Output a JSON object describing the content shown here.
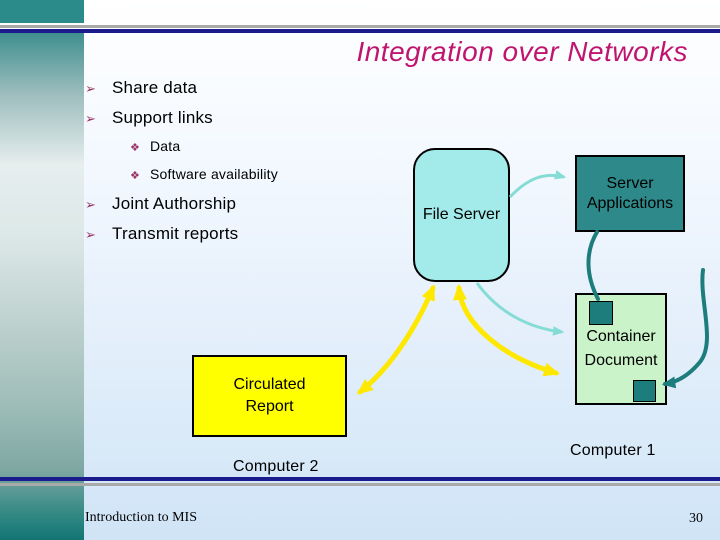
{
  "slide": {
    "title": "Integration over Networks",
    "footer": "Introduction to MIS",
    "page_number": "30"
  },
  "bullets": {
    "glyph_l1": "➢",
    "glyph_l2": "❖",
    "items": [
      {
        "level": 1,
        "text": "Share data"
      },
      {
        "level": 1,
        "text": "Support links"
      },
      {
        "level": 2,
        "text": "Data"
      },
      {
        "level": 2,
        "text": "Software availability"
      },
      {
        "level": 1,
        "text": "Joint Authorship"
      },
      {
        "level": 1,
        "text": "Transmit reports"
      }
    ]
  },
  "diagram": {
    "nodes": {
      "file_server": "File Server",
      "server_applications": "Server Applications",
      "container_document": "Container Document",
      "circulated_report": "Circulated Report"
    },
    "labels": {
      "computer_1": "Computer 1",
      "computer_2": "Computer 2"
    }
  },
  "colors": {
    "title": "#c0156f",
    "bullet_glyph": "#993366",
    "teal_dark": "#1d7d7d",
    "teal_box_fill": "#2e8a8a",
    "cyan_fill": "#a3eaea",
    "cyan_arrow": "#85dcd5",
    "green_fill": "#cbf3ca",
    "yellow_fill": "#ffff00",
    "yellow_arrow": "#ffe800",
    "navy_line": "#1b1b8e",
    "gray_line": "#a9a9a9"
  }
}
